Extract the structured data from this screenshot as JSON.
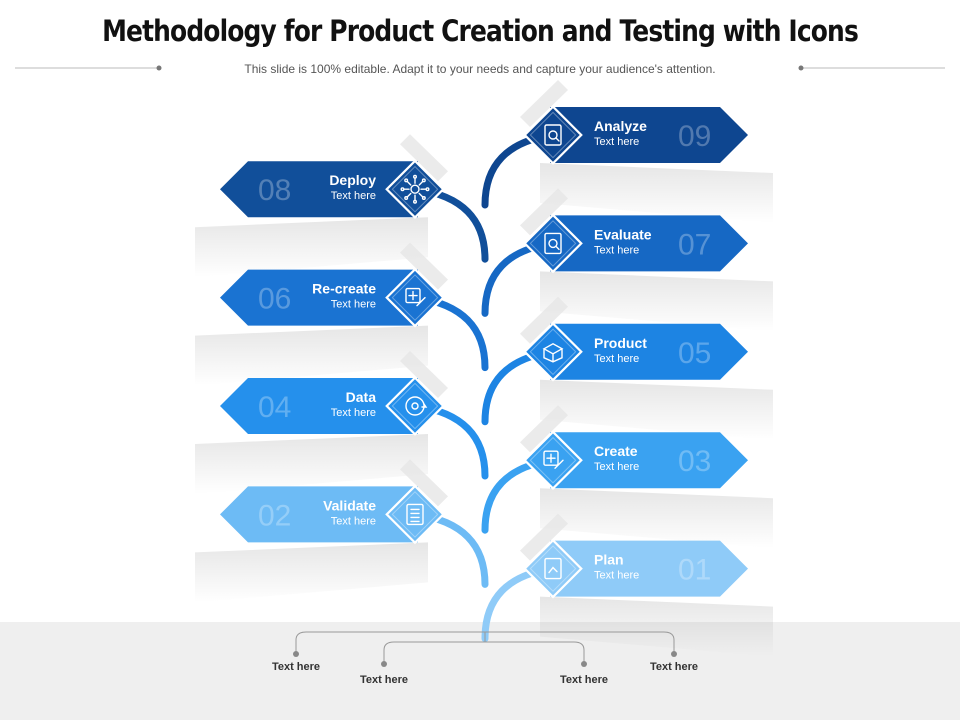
{
  "header": {
    "title": "Methodology for Product Creation and Testing with Icons",
    "subtitle": "This slide is 100% editable. Adapt it to your needs and capture your audience's attention."
  },
  "colors": {
    "c01": "#8fcbf8",
    "c02": "#6dbbf5",
    "c03": "#3aa2f1",
    "c04": "#2590ec",
    "c05": "#1d84e3",
    "c06": "#1a73d2",
    "c07": "#1668c4",
    "c08": "#114f9a",
    "c09": "#0e4690",
    "tree_bottom": "#8fcbf8",
    "tree_top": "#0e4690"
  },
  "steps": [
    {
      "number": "09",
      "title": "Analyze",
      "text": "Text here",
      "side": "right",
      "icon": "report-search-icon",
      "color": "c09"
    },
    {
      "number": "08",
      "title": "Deploy",
      "text": "Text here",
      "side": "left",
      "icon": "network-hub-icon",
      "color": "c08"
    },
    {
      "number": "07",
      "title": "Evaluate",
      "text": "Text here",
      "side": "right",
      "icon": "evaluation-document-icon",
      "color": "c07"
    },
    {
      "number": "06",
      "title": "Re-create",
      "text": "Text here",
      "side": "left",
      "icon": "edit-plus-icon",
      "color": "c06"
    },
    {
      "number": "05",
      "title": "Product",
      "text": "Text here",
      "side": "right",
      "icon": "open-box-icon",
      "color": "c05"
    },
    {
      "number": "04",
      "title": "Data",
      "text": "Text here",
      "side": "left",
      "icon": "data-cycle-icon",
      "color": "c04"
    },
    {
      "number": "03",
      "title": "Create",
      "text": "Text here",
      "side": "right",
      "icon": "edit-pencil-icon",
      "color": "c03"
    },
    {
      "number": "02",
      "title": "Validate",
      "text": "Text here",
      "side": "left",
      "icon": "checklist-icon",
      "color": "c02"
    },
    {
      "number": "01",
      "title": "Plan",
      "text": "Text here",
      "side": "right",
      "icon": "plan-board-icon",
      "color": "c01"
    }
  ],
  "footer": {
    "labels": [
      "Text here",
      "Text here",
      "Text here",
      "Text here"
    ]
  }
}
